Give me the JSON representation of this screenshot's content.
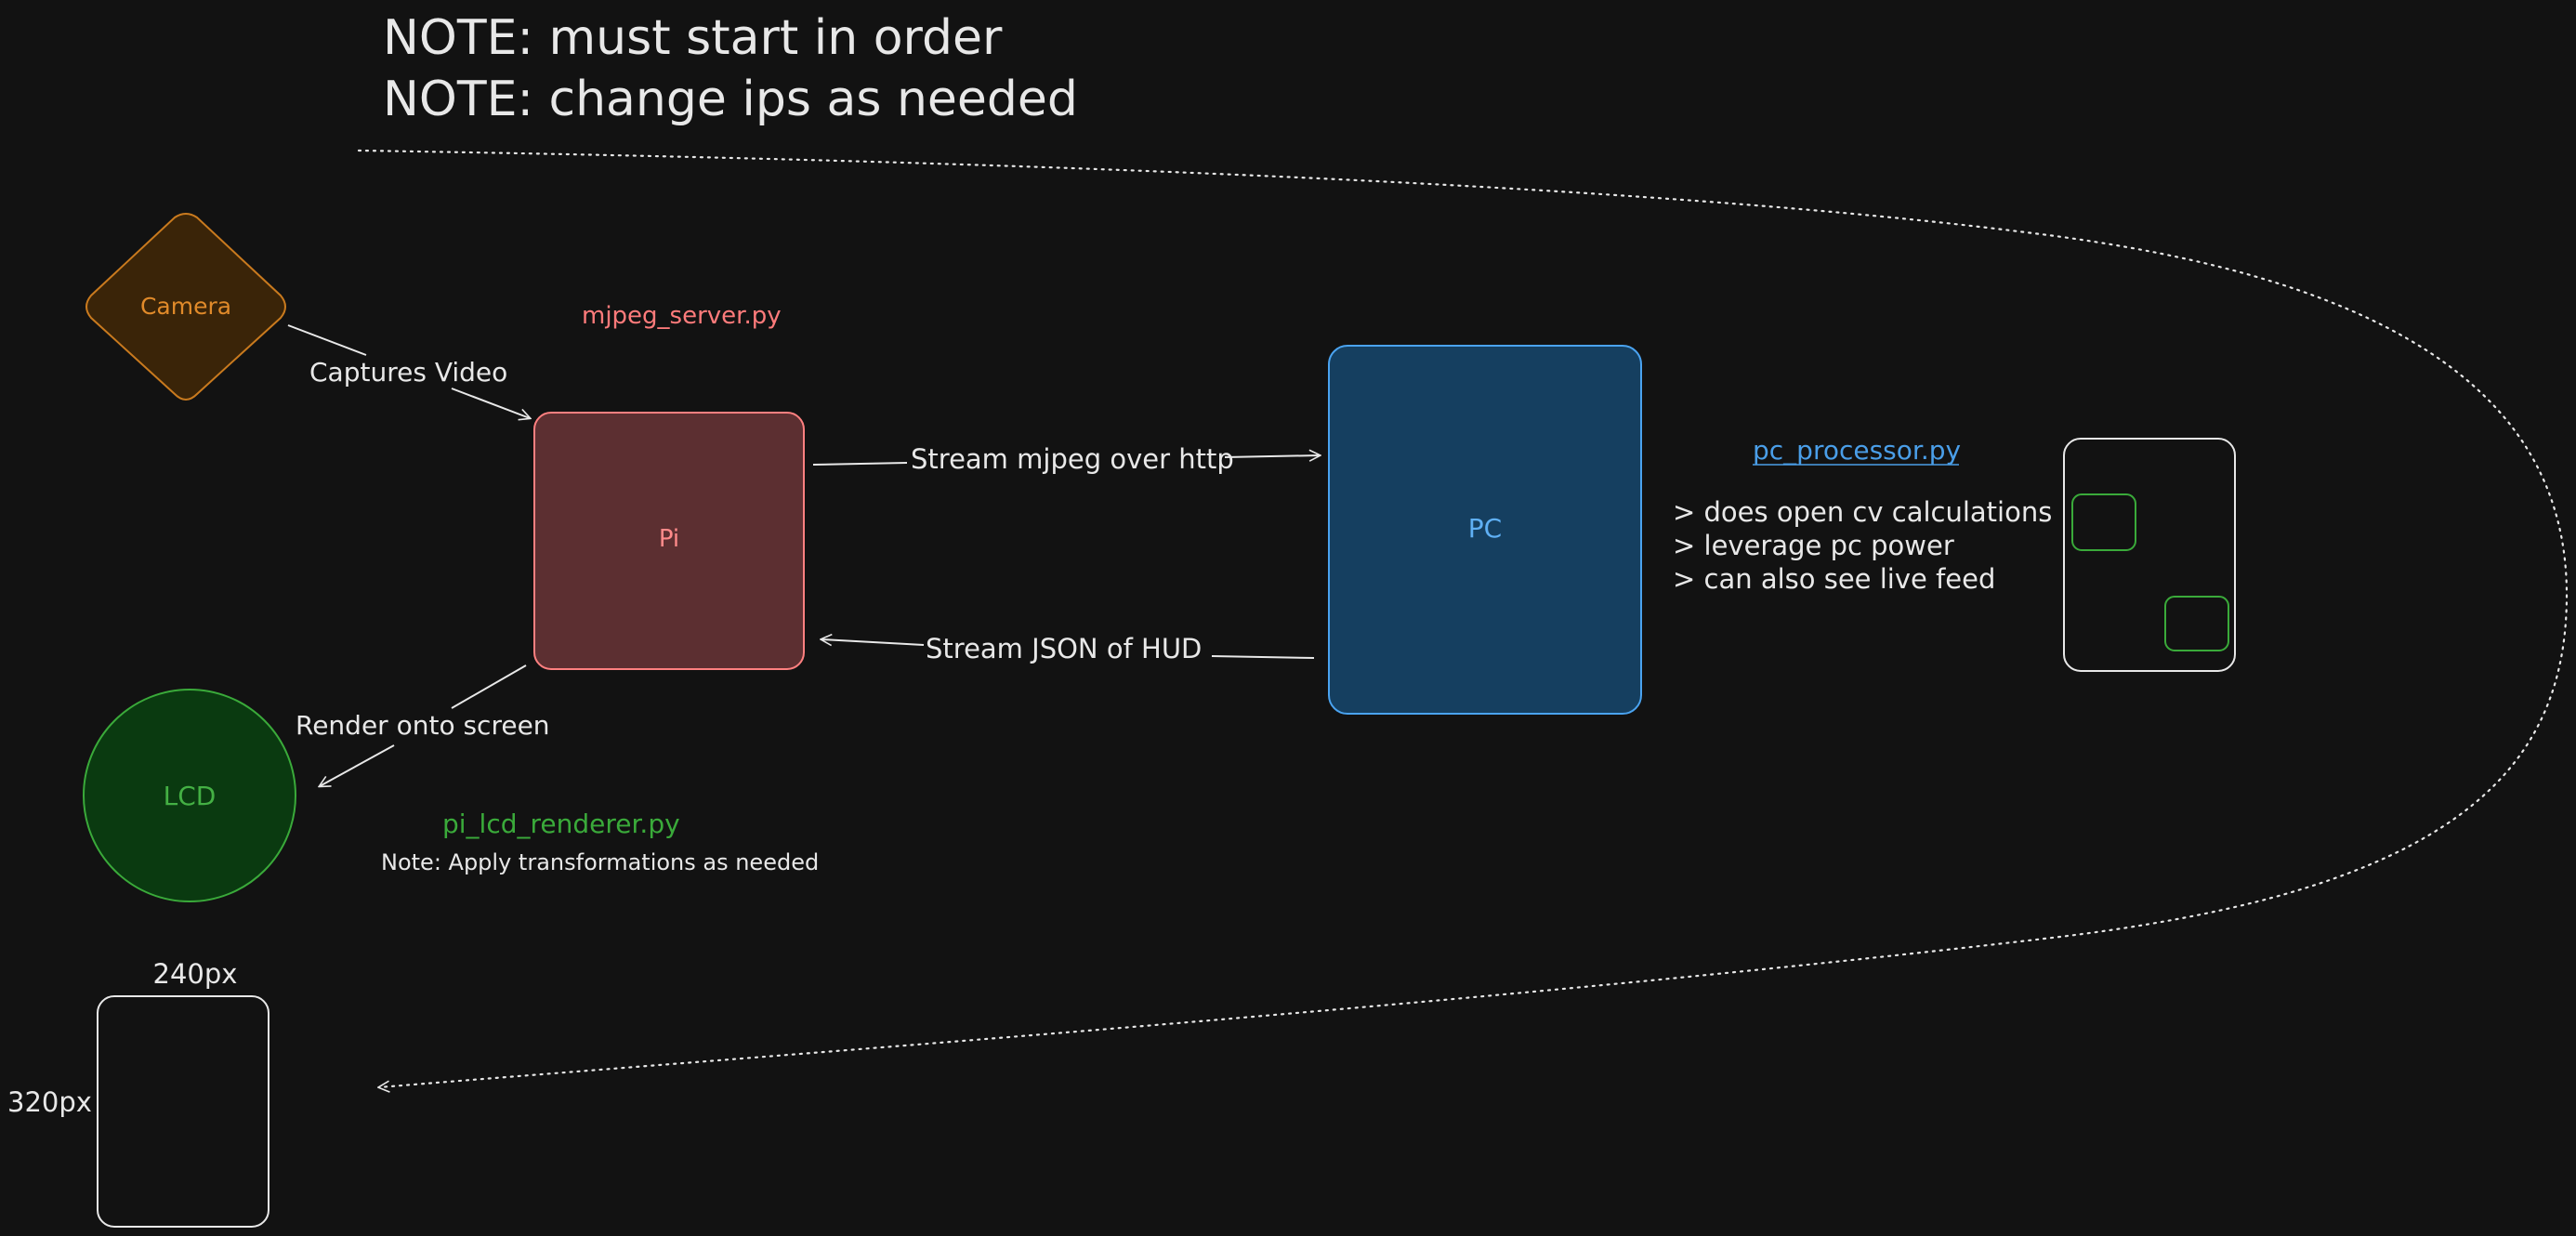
{
  "notes": {
    "line1": "NOTE: must start in order",
    "line2": "NOTE: change ips as needed"
  },
  "nodes": {
    "camera": "Camera",
    "pi": "Pi",
    "pc": "PC",
    "lcd": "LCD"
  },
  "files": {
    "pi_server": "mjpeg_server.py",
    "pc_processor": "pc_processor.py",
    "lcd_renderer": "pi_lcd_renderer.py"
  },
  "edges": {
    "captures": "Captures Video",
    "stream_mjpeg": "Stream mjpeg over http",
    "stream_json": "Stream JSON of HUD",
    "render": "Render onto screen"
  },
  "pc_bullets": [
    "> does open cv calculations",
    "> leverage pc power",
    "> can also see live feed"
  ],
  "lcd_note": "Note: Apply transformations as needed",
  "dimensions": {
    "width_label": "240px",
    "height_label": "320px"
  },
  "colors": {
    "background": "#121212",
    "camera_stroke": "#c97a1e",
    "camera_fill": "#3a2408",
    "camera_text": "#e08a2a",
    "pi_stroke": "#ff8080",
    "pi_fill": "#5c2f31",
    "pi_text": "#ff8a8a",
    "pc_stroke": "#4aa3f0",
    "pc_fill": "#153f60",
    "pc_text": "#5fb0f5",
    "lcd_stroke": "#3aaa3a",
    "lcd_fill": "#0a3a10",
    "lcd_text": "#44b044",
    "line": "#e8e8e8"
  }
}
